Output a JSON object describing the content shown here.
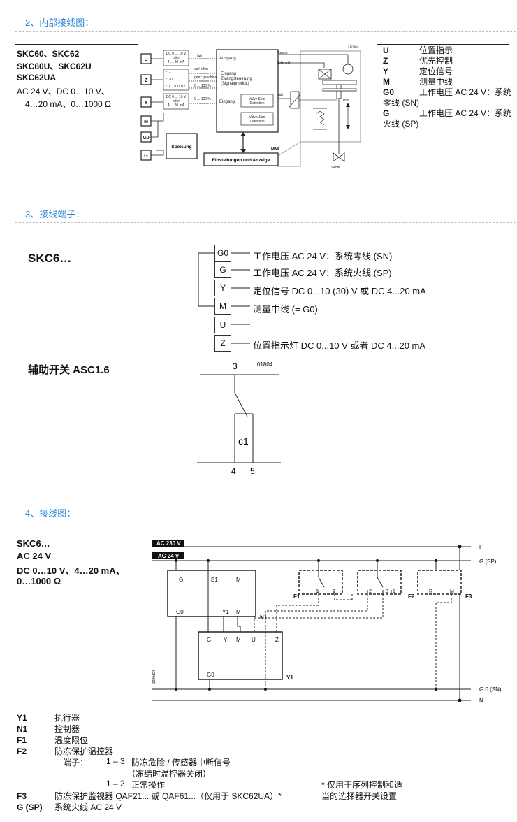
{
  "sections": {
    "s2": "2、内部接线图：",
    "s3": "3、接线端子：",
    "s4": "4、接线图："
  },
  "internal": {
    "models": [
      "SKC60、SKC62",
      "SKC60U、SKC62U",
      "SKC62UA"
    ],
    "supply": "AC 24 V、DC 0…10 V、",
    "signal_range": "4…20 mA、0…1000 Ω",
    "diagram": {
      "terminals": [
        "U",
        "Z",
        "Y",
        "M",
        "G0",
        "G"
      ],
      "u_box": [
        "DC 0 ... 10 V",
        "oder",
        "4 ... 20 mA"
      ],
      "z_box": [
        "? G",
        "? G0",
        "? 0 ...1000 Ω"
      ],
      "z_labels": [
        "voll offen",
        "ganz geschlossen",
        "0 ... 100 %"
      ],
      "y_box": [
        "DC 0 ... 10 V",
        "oder",
        "4 ... 20 mA"
      ],
      "y_label": "0 ... 100 %",
      "hub_small": "Hub",
      "ausgang": "Ausgang",
      "eingang_zwang": [
        "Eingang",
        "Zwangsteuerung",
        "(Signalpriorität)"
      ],
      "eingang": "Eingang",
      "valve_seat": [
        "Valve Seat",
        "Detection"
      ],
      "valve_jam": [
        "Valve Jam",
        "Detection"
      ],
      "speisung": "Speisung",
      "mmi": "MMI",
      "einstellungen": "Einstellungen und Anzeige",
      "pumpe": "Pumpe",
      "solenoid": "Solenoid",
      "hub_right": "Hub",
      "ventil": "Ventil",
      "code": "3173b04"
    },
    "descriptions": [
      {
        "key": "U",
        "text": "位置指示"
      },
      {
        "key": "Z",
        "text": "优先控制"
      },
      {
        "key": "Y",
        "text": "定位信号"
      },
      {
        "key": "M",
        "text": "测量中线"
      },
      {
        "key": "G0",
        "text": "工作电压 AC 24 V：系统",
        "cont": "零线 (SN)"
      },
      {
        "key": "G",
        "text": "工作电压 AC 24 V：系统",
        "cont": "火线 (SP)"
      }
    ]
  },
  "terminals": {
    "model": "SKC6…",
    "items": [
      {
        "key": "G0",
        "text": "工作电压 AC 24 V：系统零线 (SN)"
      },
      {
        "key": "G",
        "text": "工作电压 AC 24 V：系统火线 (SP)"
      },
      {
        "key": "Y",
        "text": "定位信号 DC 0...10 (30) V 或 DC 4...20 mA"
      },
      {
        "key": "M",
        "text": "测量中线 (= G0)"
      },
      {
        "key": "U",
        "text": ""
      },
      {
        "key": "Z",
        "text": "位置指示灯 DC 0...10 V 或者 DC 4...20 mA"
      }
    ],
    "aux_title": "辅助开关 ASC1.6",
    "aux": {
      "top": "3",
      "code": "01804",
      "contact": "c1",
      "b1": "4",
      "b2": "5"
    }
  },
  "wiring": {
    "model": "SKC6…",
    "supply": "AC 24 V",
    "signal": "DC 0…10 V、4…20 mA、",
    "signal2": "0…1000 Ω",
    "ac230": "AC 230 V",
    "ac24": "AC 24 V",
    "L": "L",
    "Gsp": "G (SP)",
    "G0sn": "G 0 (SN)",
    "N": "N",
    "n1_top": [
      "G",
      "B1",
      "M"
    ],
    "n1_bottom": [
      "G0",
      "Y1",
      "M"
    ],
    "n1": "N1",
    "y1_top": [
      "G",
      "Y",
      "M",
      "U",
      "Z"
    ],
    "y1_bottom": "G0",
    "y1": "Y1",
    "f1": "F1",
    "f1_pins": [
      "1",
      "2"
    ],
    "f2": "F2",
    "f2_pins": [
      "2",
      "3",
      "1"
    ],
    "f3": "F3",
    "f3_pins": [
      "R",
      "M"
    ],
    "code": "3290d04",
    "legend": [
      {
        "key": "Y1",
        "text": "执行器"
      },
      {
        "key": "N1",
        "text": "控制器"
      },
      {
        "key": "F1",
        "text": "温度限位"
      },
      {
        "key": "F2",
        "text": "防冻保护温控器"
      }
    ],
    "f2_detail": {
      "label": "端子：",
      "a_key": "1 – 3",
      "a_text": "防冻危险 / 传感器中断信号",
      "a_text2": "（冻结时温控器关闭）",
      "b_key": "1 – 2",
      "b_text": "正常操作"
    },
    "f3_legend": {
      "key": "F3",
      "text": "防冻保护监视器 QAF21... 或 QAF61...（仅用于 SKC62UA）*"
    },
    "gsp_legend": {
      "key": "G (SP)",
      "text": "系统火线 AC 24 V"
    },
    "note1": "*  仅用于序列控制和适",
    "note2": "当的选择器开关设置"
  }
}
